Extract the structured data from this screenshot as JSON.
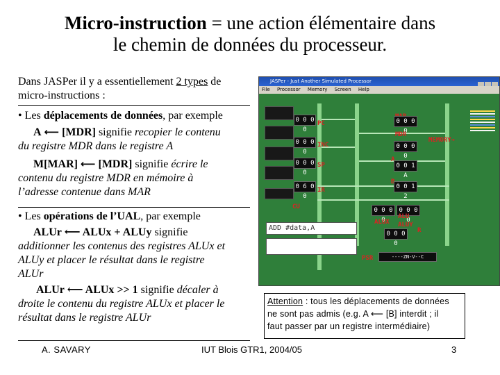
{
  "title": {
    "bold": "Micro-instruction",
    "rest_line1": " = une action élémentaire dans",
    "line2": "le chemin de données du processeur."
  },
  "intro": {
    "pre": "Dans JASPer il y a essentiellement ",
    "underlined": "2 types",
    "post": " de",
    "line2": "micro-instructions :"
  },
  "section1": {
    "bullet": "• Les ",
    "bold": "déplacements de données",
    "rest": ", par exemple",
    "ex1_lhs": "A",
    "ex1_arrow": "⟵",
    "ex1_rhs": "[MDR]",
    "ex1_verb": " signifie ",
    "ex1_italic_a": "recopier le contenu",
    "ex1_italic_b": "du registre MDR dans le registre A",
    "ex2_lhs": "M[MAR]",
    "ex2_arrow": "⟵",
    "ex2_rhs": "[MDR]",
    "ex2_verb": " signifie ",
    "ex2_italic_a": "écrire le",
    "ex2_italic_b": "contenu du registre MDR en mémoire à",
    "ex2_italic_c": "l’adresse contenue dans MAR"
  },
  "section2": {
    "bullet": "•  Les ",
    "bold": "opérations de l’UAL",
    "rest": ", par exemple",
    "ex1_code": "ALUr ⟵ ALUx + ALUy",
    "ex1_verb": "  signifie",
    "ex1_italic_a": "additionner les contenus des registres ALUx et",
    "ex1_italic_b": "ALUy et placer le résultat dans le registre",
    "ex1_italic_c": "ALUr",
    "ex2_code_a": "ALUr ⟵ ALUx ",
    "ex2_code_b": ">> 1",
    "ex2_verb": "  signifie ",
    "ex2_italic_a": "décaler à",
    "ex2_italic_b": "droite le contenu du registre ALUx et placer le",
    "ex2_italic_c": "résultat dans le registre ALUr"
  },
  "screenshot": {
    "window_title": "JASPer - Just Another Simulated Processor",
    "menu": [
      "File",
      "Processor",
      "Memory",
      "Screen",
      "Help"
    ],
    "registers": {
      "PC": "0 0 0 0",
      "INC": "0 0 0 0",
      "SP": "0 0 0 0",
      "IR": "0 6 0 0",
      "MAR": "0 0 0 0",
      "MDR": "0 0 0 0",
      "A": "0 0 1 A",
      "B": "0 0 1 2",
      "ALUX": "0 0 0 0",
      "ALUY": "0 0 0 0",
      "ALUR": "0 0 0 0",
      "PSR": "----ZN-V--C"
    },
    "labels": {
      "pc": "PC",
      "inc": "INC",
      "sp": "SP",
      "ir": "IR",
      "mar": "MAR",
      "mdr": "MDR",
      "a": "A",
      "b": "B",
      "memory": "MEMORY→",
      "cu": "CU",
      "alu": "ALU",
      "alux": "ALUX",
      "aluy": "ALUY",
      "r": "R",
      "psr": "PSR"
    },
    "instruction_text": "ADD #data,A",
    "colors": {
      "board": "#2f7f3a",
      "bus": "#8bd48b",
      "label": "#d22"
    }
  },
  "attention": {
    "label": "Attention",
    "line1_rest": " : tous les déplacements de données",
    "line2": "ne sont pas admis (e.g. A ⟵ [B] interdit ; il",
    "line3": "faut passer par un registre intermédiaire)"
  },
  "footer": {
    "author": "A. SAVARY",
    "course": "IUT Blois GTR1, 2004/05",
    "page": "3"
  }
}
